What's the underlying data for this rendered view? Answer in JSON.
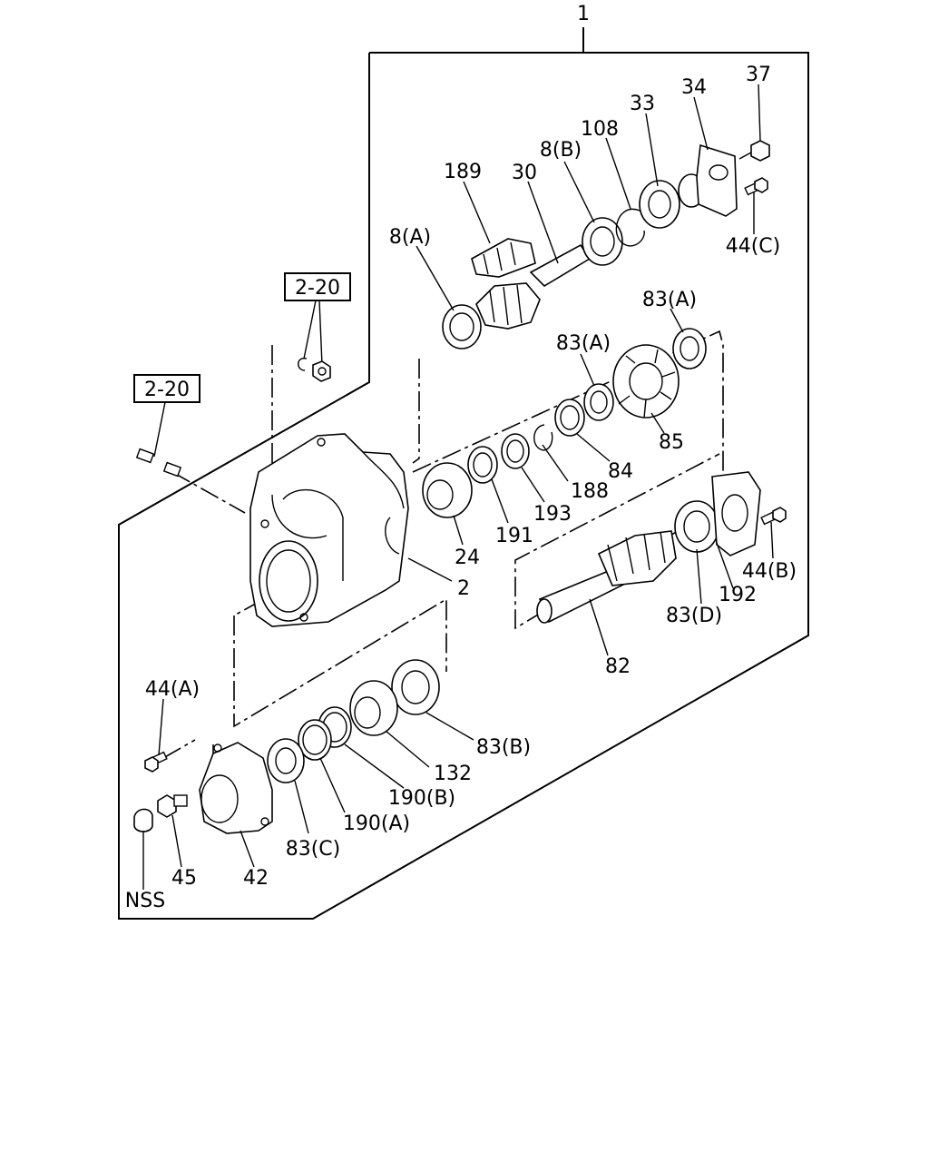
{
  "diagram": {
    "assembly_callout": "1",
    "references": [
      "2-20",
      "2-20"
    ],
    "labels": {
      "p189": "189",
      "p30": "30",
      "p8b": "8(B)",
      "p108": "108",
      "p33": "33",
      "p34": "34",
      "p37": "37",
      "p44c": "44(C)",
      "p8a": "8(A)",
      "p83a_top": "83(A)",
      "p83a_mid": "83(A)",
      "p85": "85",
      "p84": "84",
      "p188": "188",
      "p193": "193",
      "p191": "191",
      "p24": "24",
      "p2": "2",
      "p192": "192",
      "p44b": "44(B)",
      "p83d": "83(D)",
      "p82": "82",
      "p44a": "44(A)",
      "p83b": "83(B)",
      "p132": "132",
      "p190b": "190(B)",
      "p190a": "190(A)",
      "p83c": "83(C)",
      "p42": "42",
      "p45": "45",
      "nss": "NSS"
    }
  }
}
